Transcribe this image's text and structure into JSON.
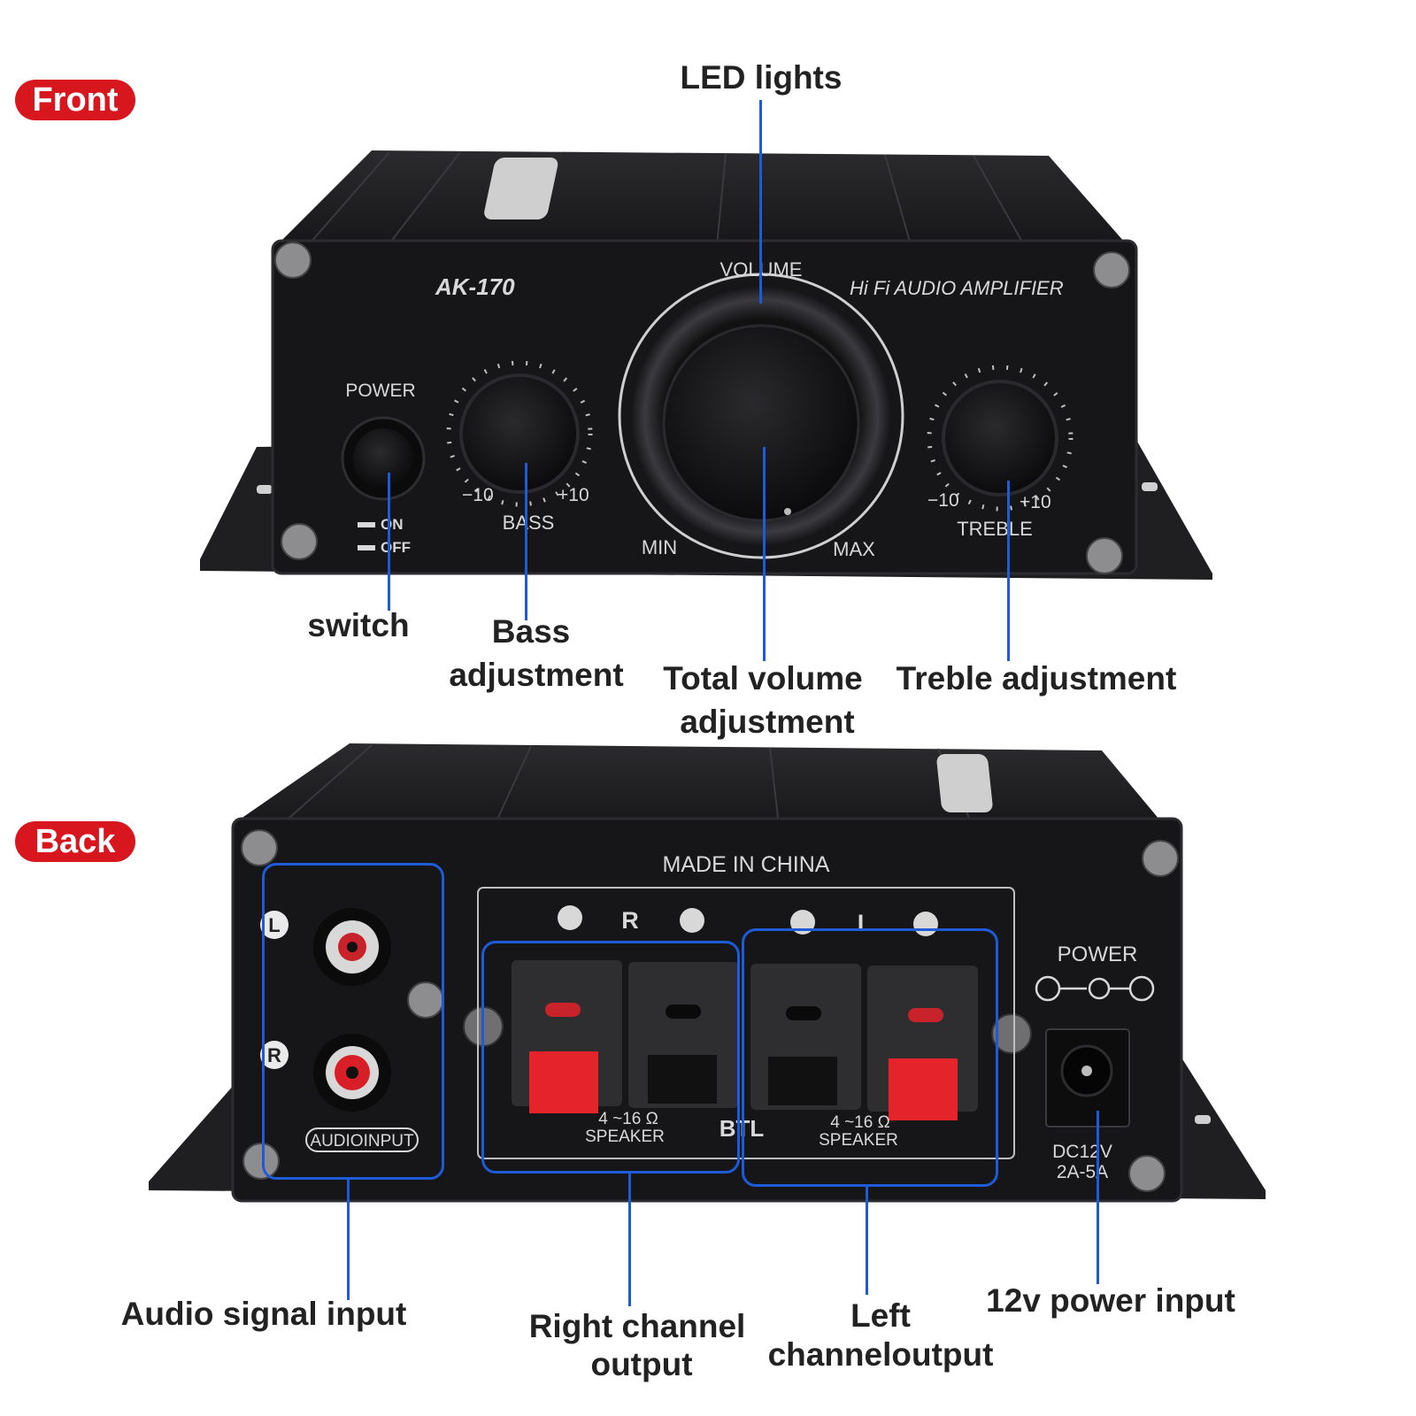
{
  "badges": {
    "front": "Front",
    "back": "Back"
  },
  "front_panel": {
    "model": "AK-170",
    "brand_line": "Hi Fi AUDIO AMPLIFIER",
    "volume_label": "VOLUME",
    "power_label": "POWER",
    "switch_on": "ON",
    "switch_off": "OFF",
    "bass_label": "BASS",
    "treble_label": "TREBLE",
    "min_label": "MIN",
    "max_label": "MAX",
    "range_min": "−10",
    "range_max": "+10"
  },
  "back_panel": {
    "made_in": "MADE IN CHINA",
    "left_marker": "L",
    "right_marker": "R",
    "audio_input": "AUDIOINPUT",
    "channel_r": "R",
    "channel_l": "L",
    "speaker_imp": "4 ~16 Ω",
    "speaker_label": "SPEAKER",
    "btl": "BTL",
    "power_label": "POWER",
    "dc_line1": "DC12V",
    "dc_line2": "2A-5A"
  },
  "callouts": {
    "led": "LED lights",
    "switch": "switch",
    "bass_1": "Bass",
    "bass_2": "adjustment",
    "volume_1": "Total volume",
    "volume_2": "adjustment",
    "treble": "Treble adjustment",
    "audio_in": "Audio signal input",
    "right_1": "Right channel",
    "right_2": "output",
    "left_1": "Left",
    "left_2": "channeloutput",
    "power_in": "12v power input"
  },
  "colors": {
    "badge": "#d7161e",
    "leader": "#1e5bd8",
    "chassis": "#1b1b1d",
    "terminal_red": "#e5232b"
  }
}
